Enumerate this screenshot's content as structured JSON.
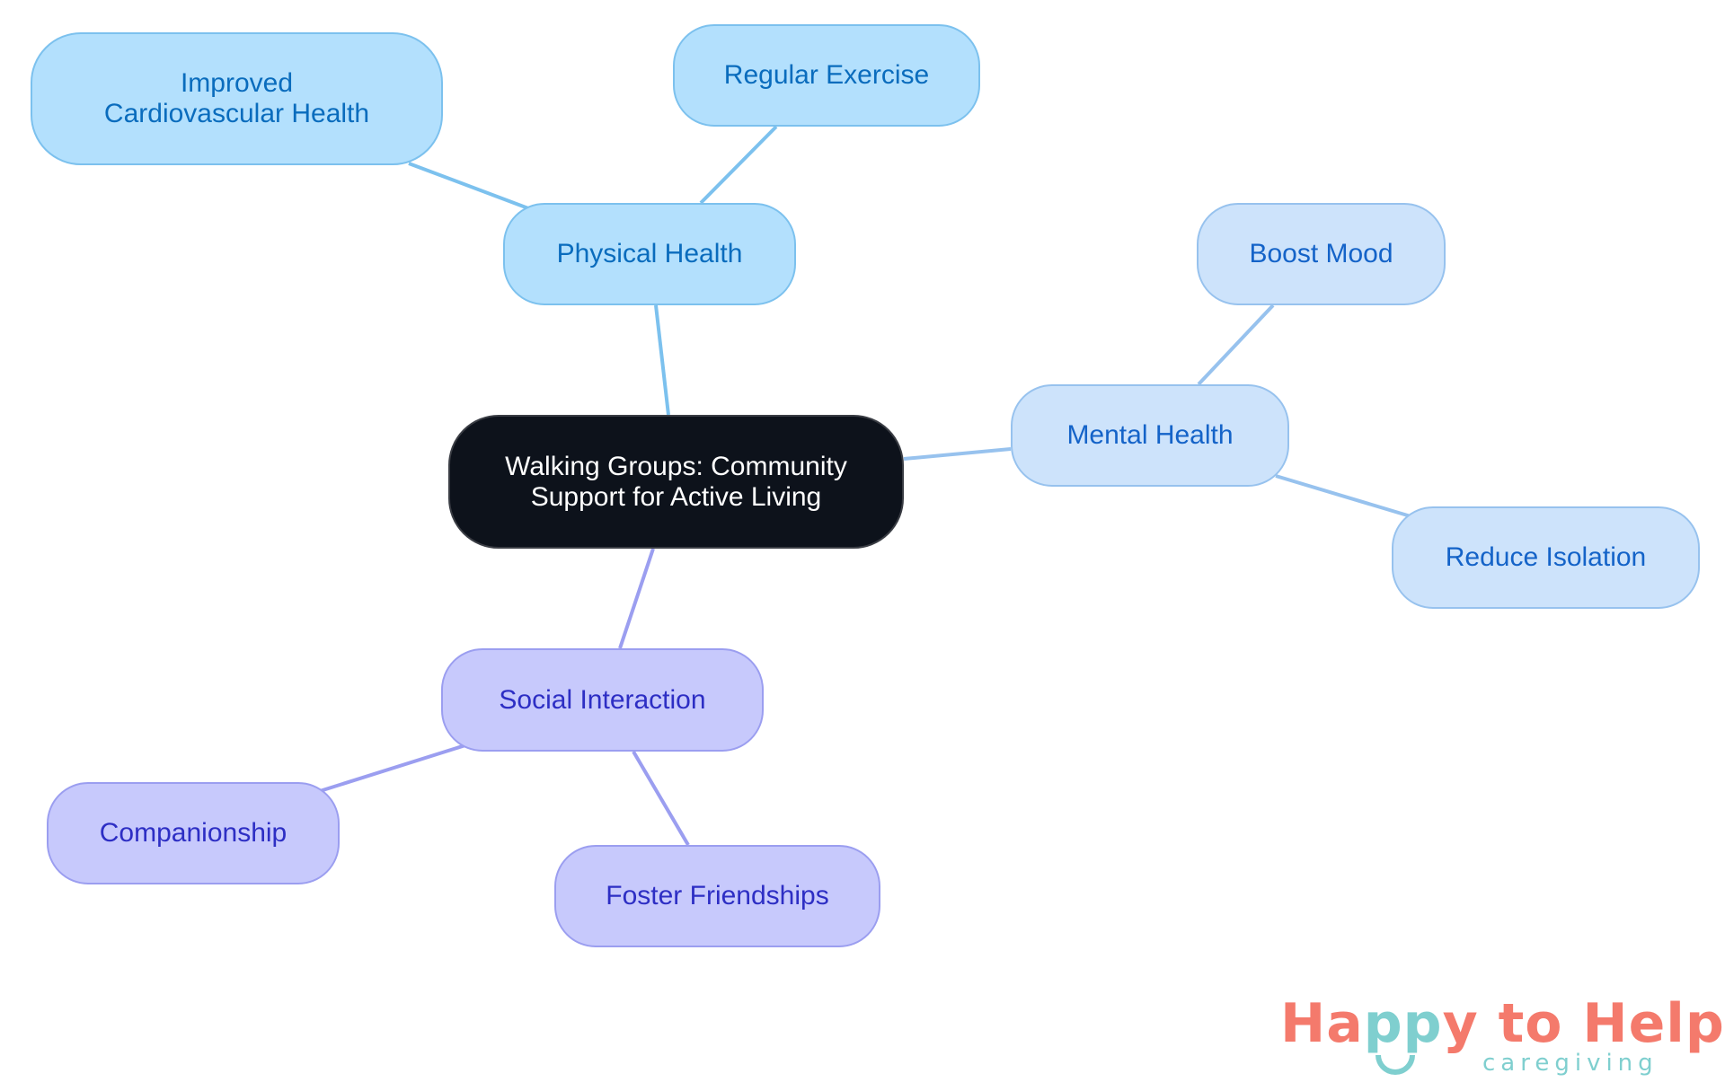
{
  "diagram": {
    "type": "mind-map",
    "root": {
      "label": "Walking Groups: Community Support for Active Living"
    },
    "branches": [
      {
        "label": "Physical Health",
        "color": "#b3e0fd",
        "children": [
          {
            "label": "Improved Cardiovascular Health"
          },
          {
            "label": "Regular Exercise"
          }
        ]
      },
      {
        "label": "Mental Health",
        "color": "#cde3fb",
        "children": [
          {
            "label": "Boost Mood"
          },
          {
            "label": "Reduce Isolation"
          }
        ]
      },
      {
        "label": "Social Interaction",
        "color": "#c7c9fc",
        "children": [
          {
            "label": "Companionship"
          },
          {
            "label": "Foster Friendships"
          }
        ]
      }
    ]
  },
  "logo": {
    "part1": "Ha",
    "part2": "pp",
    "part3": "y to Help",
    "tagline": "caregiving"
  },
  "colors": {
    "root_fill": "#0d121b",
    "physical_edge": "#7cc1ee",
    "mental_edge": "#97c2ee",
    "social_edge": "#9b9ef0",
    "logo_coral": "#f47a6c",
    "logo_teal": "#7fcfcf"
  }
}
